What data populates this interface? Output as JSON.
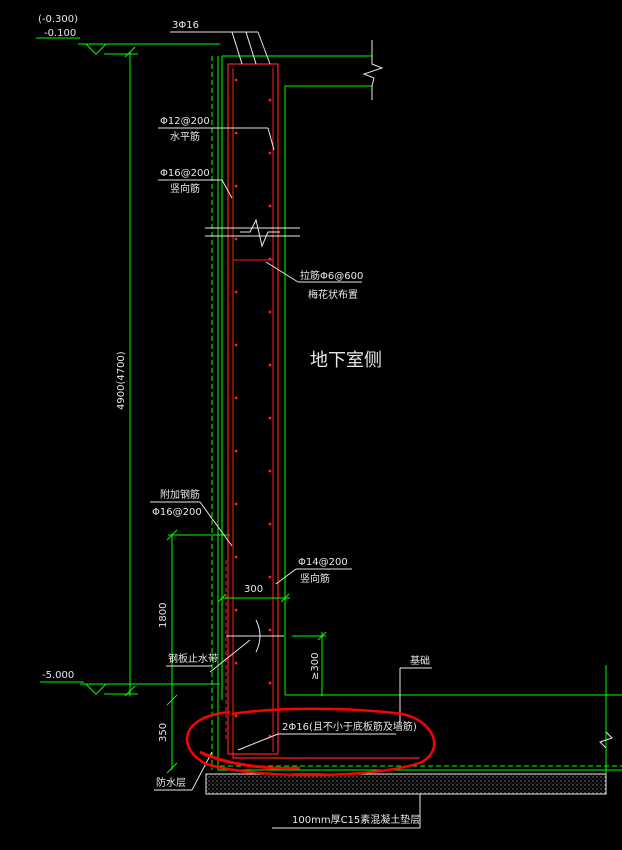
{
  "colors": {
    "background": "#000000",
    "dim_green": "#00ff00",
    "rebar_red": "#ff2020",
    "text_white": "#e8e8e8",
    "annotation_red": "#ff0000"
  },
  "elevations": {
    "top_alt": "(-0.300)",
    "top": "-0.100",
    "bottom": "-5.000"
  },
  "dimensions": {
    "wall_height": "4900(4700)",
    "lap_length": "1800",
    "footing_thk": "350",
    "wall_thk": "300",
    "step_height": "≥300"
  },
  "labels": {
    "top_bars": "3Φ16",
    "horiz_bar_spec": "Φ12@200",
    "horiz_bar_name": "水平筋",
    "vert_bar_spec": "Φ16@200",
    "vert_bar_name": "竖向筋",
    "tie_spec": "拉筋Φ6@600",
    "tie_note": "梅花状布置",
    "room_side": "地下室侧",
    "added_bar_name": "附加钢筋",
    "added_bar_spec": "Φ16@200",
    "inner_vert_spec": "Φ14@200",
    "inner_vert_name": "竖向筋",
    "waterstop": "钢板止水带",
    "foundation": "基础",
    "bottom_bars": "2Φ16(且不小于底板筋及墙筋)",
    "waterproof": "防水层",
    "cushion": "100mm厚C15素混凝土垫层"
  }
}
